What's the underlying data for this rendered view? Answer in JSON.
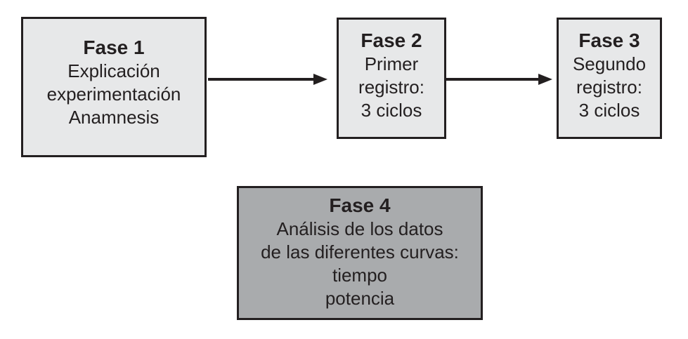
{
  "diagram": {
    "type": "flowchart",
    "phases": [
      {
        "id": "fase-1",
        "title": "Fase 1",
        "lines": [
          "Explicación",
          "experimentación",
          "Anamnesis"
        ],
        "style": "light"
      },
      {
        "id": "fase-2",
        "title": "Fase 2",
        "lines": [
          "Primer",
          "registro:",
          "3 ciclos"
        ],
        "style": "light"
      },
      {
        "id": "fase-3",
        "title": "Fase 3",
        "lines": [
          "Segundo",
          "registro:",
          "3 ciclos"
        ],
        "style": "light"
      },
      {
        "id": "fase-4",
        "title": "Fase 4",
        "lines": [
          "Análisis de los datos",
          "de las diferentes curvas:",
          "tiempo",
          "potencia"
        ],
        "style": "dark"
      }
    ],
    "connections": [
      {
        "from": "Fase 1",
        "to": "Fase 2",
        "type": "arrow-right"
      },
      {
        "from": "Fase 2",
        "to": "Fase 3",
        "type": "arrow-right"
      }
    ],
    "colors": {
      "light_box_fill": "#e7e8e9",
      "dark_box_fill": "#a9abad",
      "border": "#231f20",
      "arrow": "#231f20",
      "text": "#231f20",
      "background": "#ffffff"
    }
  }
}
